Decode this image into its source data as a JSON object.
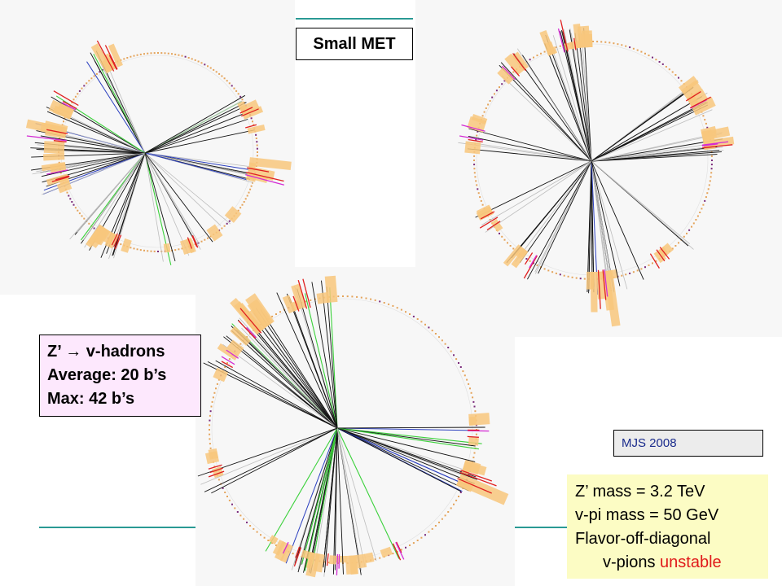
{
  "small_met_label": "Small MET",
  "process_box": {
    "line1": "Z’  → v-hadrons",
    "line2": "Average: 20 b’s",
    "line3": "Max: 42 b’s"
  },
  "credit": "MJS 2008",
  "notes": {
    "line1": "Z’ mass = 3.2 TeV",
    "line2": "v-pi mass = 50 GeV",
    "line3": "Flavor-off-diagonal",
    "line4_prefix": "v-pions ",
    "line4_highlight": "unstable"
  },
  "colors": {
    "accent_rule": "#2a9a94",
    "highlight_text": "#e01a1a",
    "calorimeter_tower": "#f8c77c",
    "track_dark": "#111111",
    "track_light": "#bdbdbd",
    "track_green": "#3bd13b",
    "track_blue": "#2b3fbf",
    "track_red": "#e02020",
    "track_magenta": "#d42bd4"
  }
}
